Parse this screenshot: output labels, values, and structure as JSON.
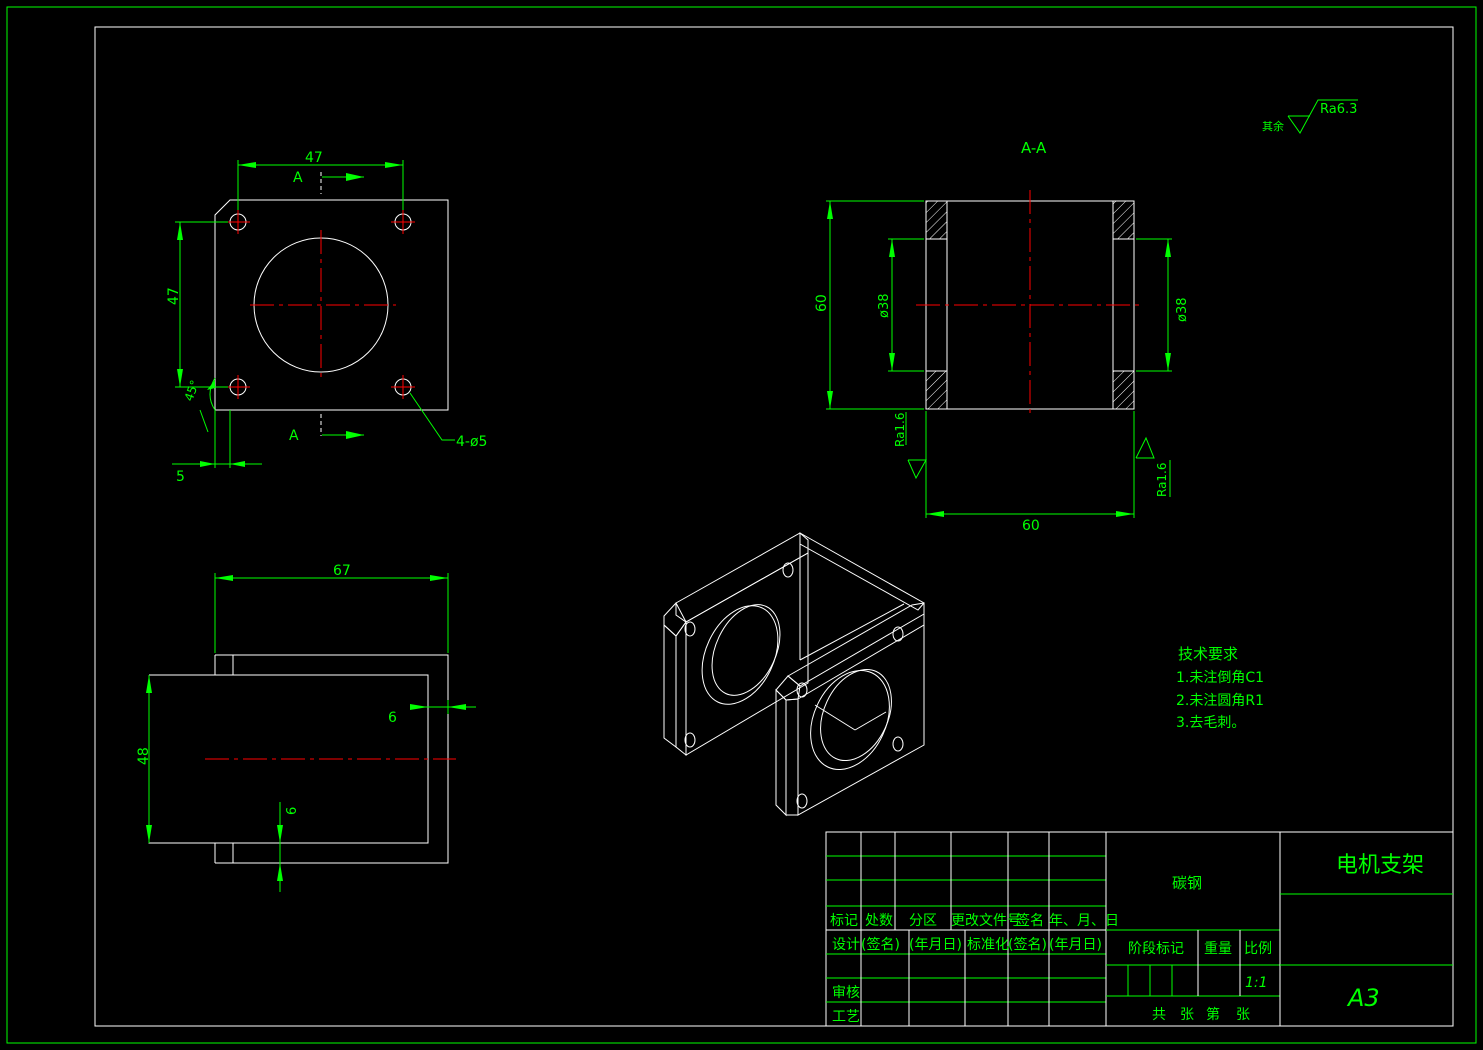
{
  "colors": {
    "background": "#000000",
    "frame": "#00ff00",
    "outline": "#ffffff",
    "centerline": "#ff0000",
    "text": "#00ff00"
  },
  "front_view": {
    "dim_width": "47",
    "dim_height": "47",
    "section_label_top": "A",
    "section_label_bottom": "A",
    "hole_callout": "4-ø5",
    "chamfer_angle": "45°",
    "chamfer_size": "5"
  },
  "section_view": {
    "title": "A-A",
    "dim_height": "60",
    "dim_bore_left": "ø38",
    "dim_bore_right": "ø38",
    "dim_width": "60",
    "roughness_left": "Ra1.6",
    "roughness_right": "Ra1.6"
  },
  "top_view": {
    "dim_width": "67",
    "dim_depth": "48",
    "dim_thick_side": "6",
    "dim_thick_bottom": "6"
  },
  "roughness_general": {
    "prefix": "其余",
    "value": "Ra6.3"
  },
  "tech_requirements": {
    "title": "技术要求",
    "items": [
      "1.未注倒角C1",
      "2.未注圆角R1",
      "3.去毛刺。"
    ]
  },
  "title_block": {
    "part_name": "电机支架",
    "material": "碳钢",
    "sheet_size": "A3",
    "scale_value": "1:1",
    "labels": {
      "mark": "标记",
      "count": "处数",
      "zone": "分区",
      "change_doc": "更改文件号",
      "sign": "签名",
      "date": "年、月、日",
      "design": "设计",
      "sign2": "(签名)",
      "date2": "(年月日)",
      "standard": "标准化",
      "sign3": "(签名)",
      "date3": "(年月日)",
      "stage_mark": "阶段标记",
      "weight": "重量",
      "scale": "比例",
      "review": "审核",
      "process": "工艺",
      "total": "共",
      "sheets": "张",
      "no": "第",
      "sheet": "张"
    }
  }
}
